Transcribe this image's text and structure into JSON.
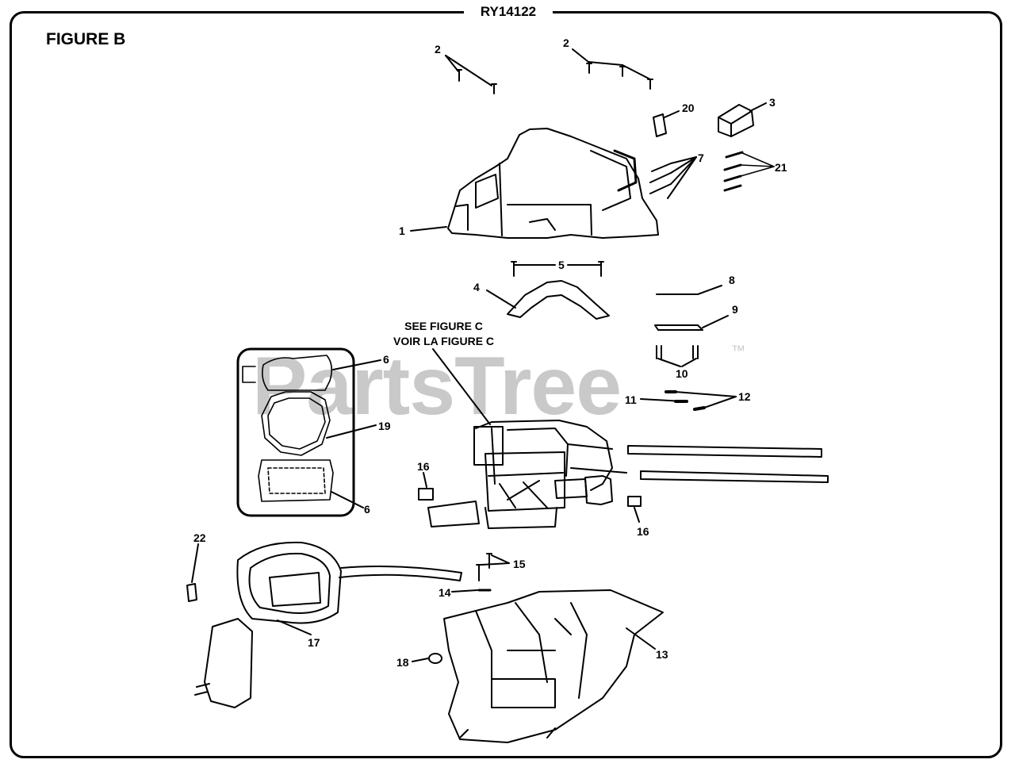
{
  "header": {
    "model": "RY14122"
  },
  "figure": {
    "title": "FIGURE B"
  },
  "watermark": {
    "text": "PartsTree",
    "trademark": "™"
  },
  "see_figure_note": {
    "line1": "SEE FIGURE C",
    "line2": "VOIR LA FIGURE C"
  },
  "callouts": {
    "c1": "1",
    "c2a": "2",
    "c2b": "2",
    "c3": "3",
    "c4": "4",
    "c5": "5",
    "c6a": "6",
    "c6b": "6",
    "c7": "7",
    "c8": "8",
    "c9": "9",
    "c10": "10",
    "c11": "11",
    "c12": "12",
    "c13": "13",
    "c14": "14",
    "c15": "15",
    "c16a": "16",
    "c16b": "16",
    "c17": "17",
    "c18": "18",
    "c19": "19",
    "c20": "20",
    "c21": "21",
    "c22": "22"
  }
}
